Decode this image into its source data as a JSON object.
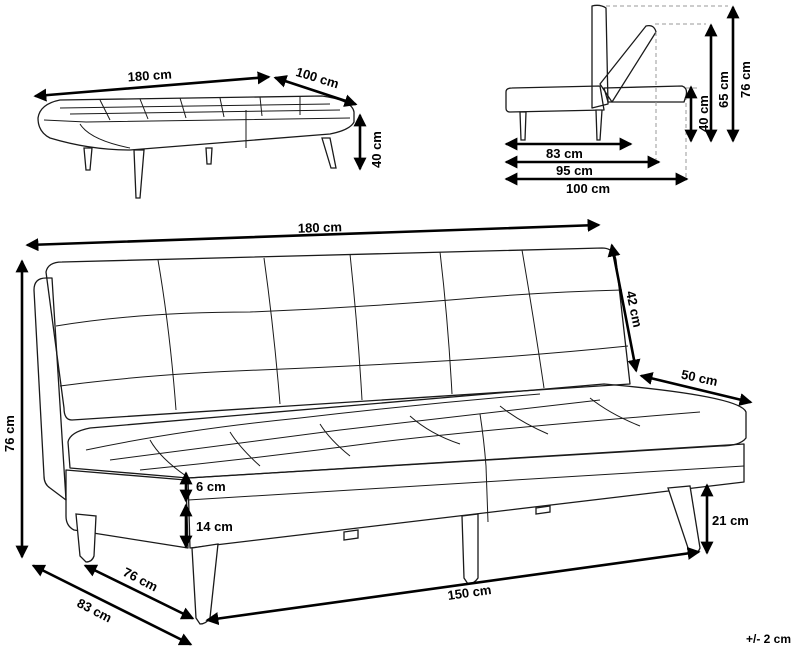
{
  "dimensions": {
    "small_sofa_width": "180 cm",
    "small_sofa_depth": "100 cm",
    "small_sofa_height": "40 cm",
    "side_83": "83 cm",
    "side_95": "95 cm",
    "side_100": "100 cm",
    "side_40": "40 cm",
    "side_65": "65 cm",
    "side_76": "76 cm",
    "main_width": "180 cm",
    "main_back": "42 cm",
    "main_seat_depth": "50 cm",
    "main_height": "76 cm",
    "main_cushion": "6 cm",
    "main_base": "14 cm",
    "main_leg": "21 cm",
    "main_inner_depth": "76 cm",
    "main_outer_depth": "83 cm",
    "main_between_legs": "150 cm"
  },
  "tolerance": "+/- 2 cm"
}
